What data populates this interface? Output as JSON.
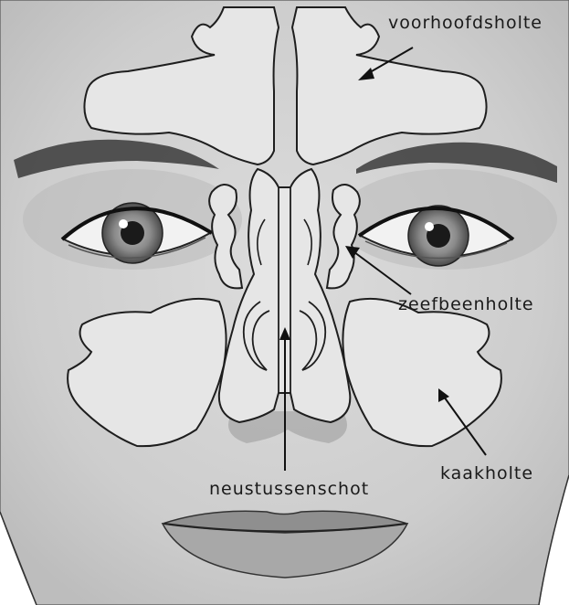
{
  "diagram": {
    "labels": {
      "frontal": "voorhoofdsholte",
      "ethmoid": "zeefbeenholte",
      "maxillary": "kaakholte",
      "septum": "neustussenschot"
    },
    "colors": {
      "skin": "#cfcfcf",
      "sinus_fill": "#e6e6e6",
      "outline": "#1e1e1e",
      "eyebrow": "#3a3a3a",
      "iris": "#8a8a8a",
      "pupil": "#1a1a1a",
      "lip": "#9a9a9a"
    }
  }
}
